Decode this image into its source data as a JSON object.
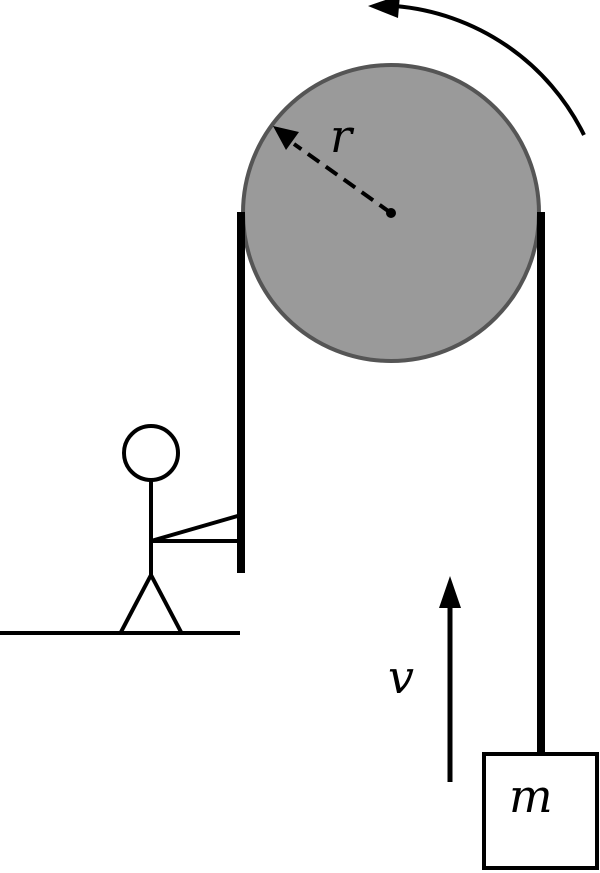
{
  "labels": {
    "radius": "r",
    "velocity": "v",
    "mass": "m"
  },
  "colors": {
    "pulley_fill": "#9a9a9a",
    "pulley_stroke": "#555555",
    "line": "#000000",
    "background": "#ffffff"
  },
  "icons": {
    "person": "stick-figure",
    "rotation": "counterclockwise-arrow",
    "velocity": "up-arrow"
  }
}
